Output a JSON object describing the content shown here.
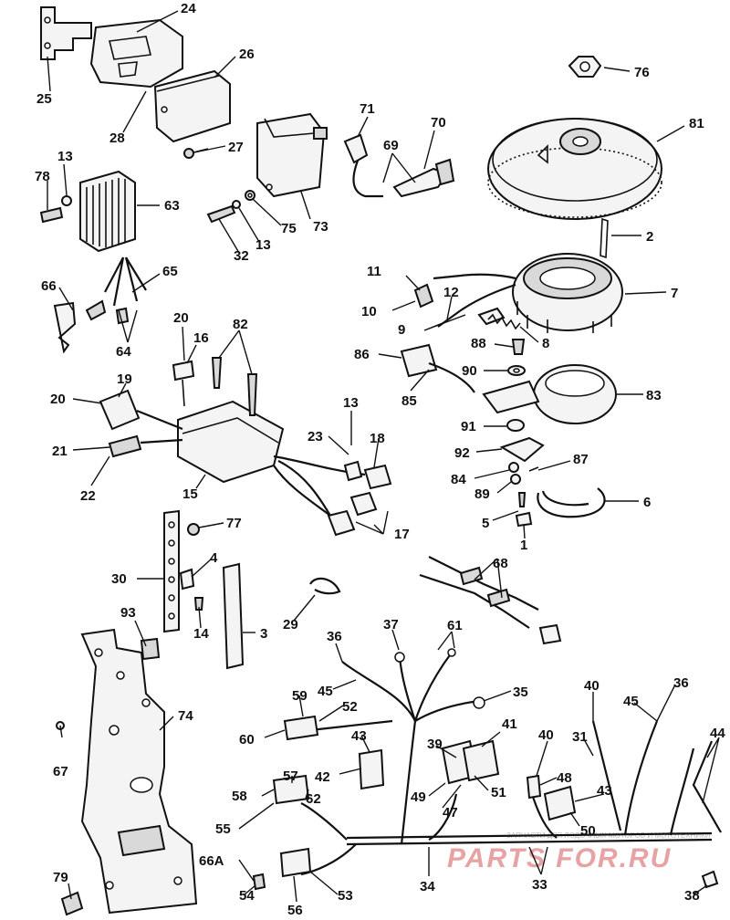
{
  "callouts": {
    "c24": "24",
    "c25": "25",
    "c26": "26",
    "c28": "28",
    "c27": "27",
    "c76a": "76",
    "c81": "81",
    "c71": "71",
    "c70": "70",
    "c69": "69",
    "c73": "73",
    "c75": "75",
    "c13a": "13",
    "c32": "32",
    "c2": "2",
    "c13b": "13",
    "c78": "78",
    "c63": "63",
    "c66a": "66",
    "c65": "65",
    "c64": "64",
    "c11": "11",
    "c10": "10",
    "c12": "12",
    "c9": "9",
    "c7": "7",
    "c8": "8",
    "c88": "88",
    "c86": "86",
    "c90": "90",
    "c85": "85",
    "c83": "83",
    "c91": "91",
    "c92": "92",
    "c87": "87",
    "c84": "84",
    "c89": "89",
    "c5": "5",
    "c6": "6",
    "c1": "1",
    "c20a": "20",
    "c16": "16",
    "c82": "82",
    "c19": "19",
    "c20b": "20",
    "c13c": "13",
    "c23": "23",
    "c18": "18",
    "c21": "21",
    "c22": "22",
    "c15": "15",
    "c17": "17",
    "c77": "77",
    "c4": "4",
    "c30": "30",
    "c14": "14",
    "c3": "3",
    "c29": "29",
    "c68": "68",
    "c93": "93",
    "c36a": "36",
    "c37": "37",
    "c61": "61",
    "c45a": "45",
    "c59": "59",
    "c52a": "52",
    "c35": "35",
    "c60": "60",
    "c74": "74",
    "c43a": "43",
    "c41": "41",
    "c39": "39",
    "c40a": "40",
    "c36b": "36",
    "c45b": "45",
    "c40b": "40",
    "c31": "31",
    "c44": "44",
    "c67": "67",
    "c42": "42",
    "c48": "48",
    "c51": "51",
    "c49": "49",
    "c47": "47",
    "c43b": "43",
    "c57": "57",
    "c58": "58",
    "c62": "62",
    "c55": "55",
    "c50": "50",
    "c66A": "66A",
    "c79": "79",
    "c54": "54",
    "c56": "56",
    "c53": "53",
    "c34": "34",
    "c33": "33",
    "c38": "38"
  },
  "watermark": {
    "brand": "PARTS FOR.RU",
    "tagline": "ЗАПЧАСТИ ДЛЯ ЛОДОЧНЫХ МОТОРОВ И МОТОТЕХНИКИ"
  }
}
